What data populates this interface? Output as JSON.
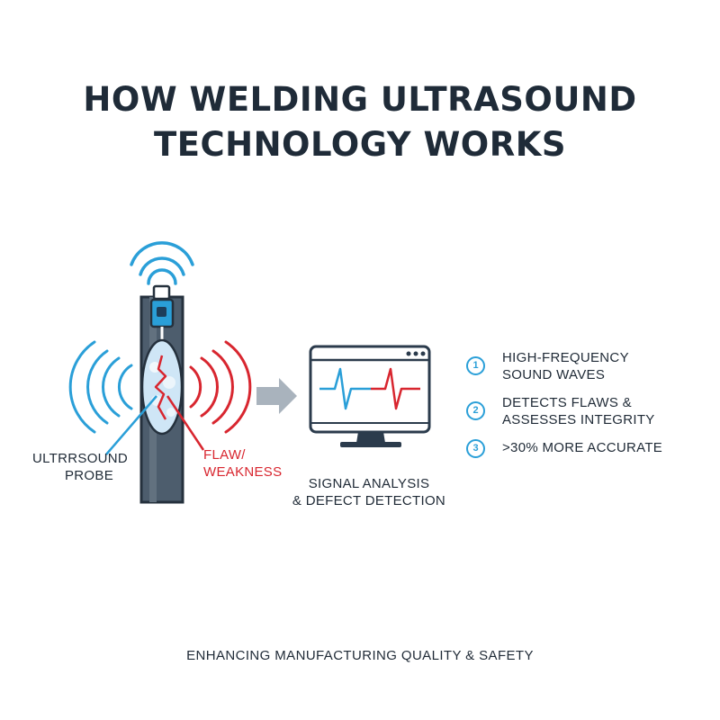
{
  "title": {
    "line1": "HOW WELDING ULTRASOUND",
    "line2": "TECHNOLOGY WORKS"
  },
  "labels": {
    "probe": [
      "ULTRRSOUND",
      "PROBE"
    ],
    "flaw": [
      "FLAW/",
      "WEAKNESS"
    ],
    "signal": [
      "SIGNAL ANALYSIS",
      "& DEFECT DETECTION"
    ]
  },
  "features": [
    {
      "number": "1",
      "lines": [
        "HIGH-FREQUENCY",
        "SOUND WAVES"
      ]
    },
    {
      "number": "2",
      "lines": [
        "DETECTS FLAWS &",
        "ASSESSES INTEGRITY"
      ]
    },
    {
      "number": "3",
      "lines": [
        ">30% MORE ACCURATE"
      ]
    }
  ],
  "footer": "ENHANCING MANUFACTURING QUALITY & SAFETY",
  "colors": {
    "blue": "#2a9fd8",
    "red": "#d8262f",
    "dark": "#2b3b4c",
    "arrow": "#a9b3bd"
  }
}
